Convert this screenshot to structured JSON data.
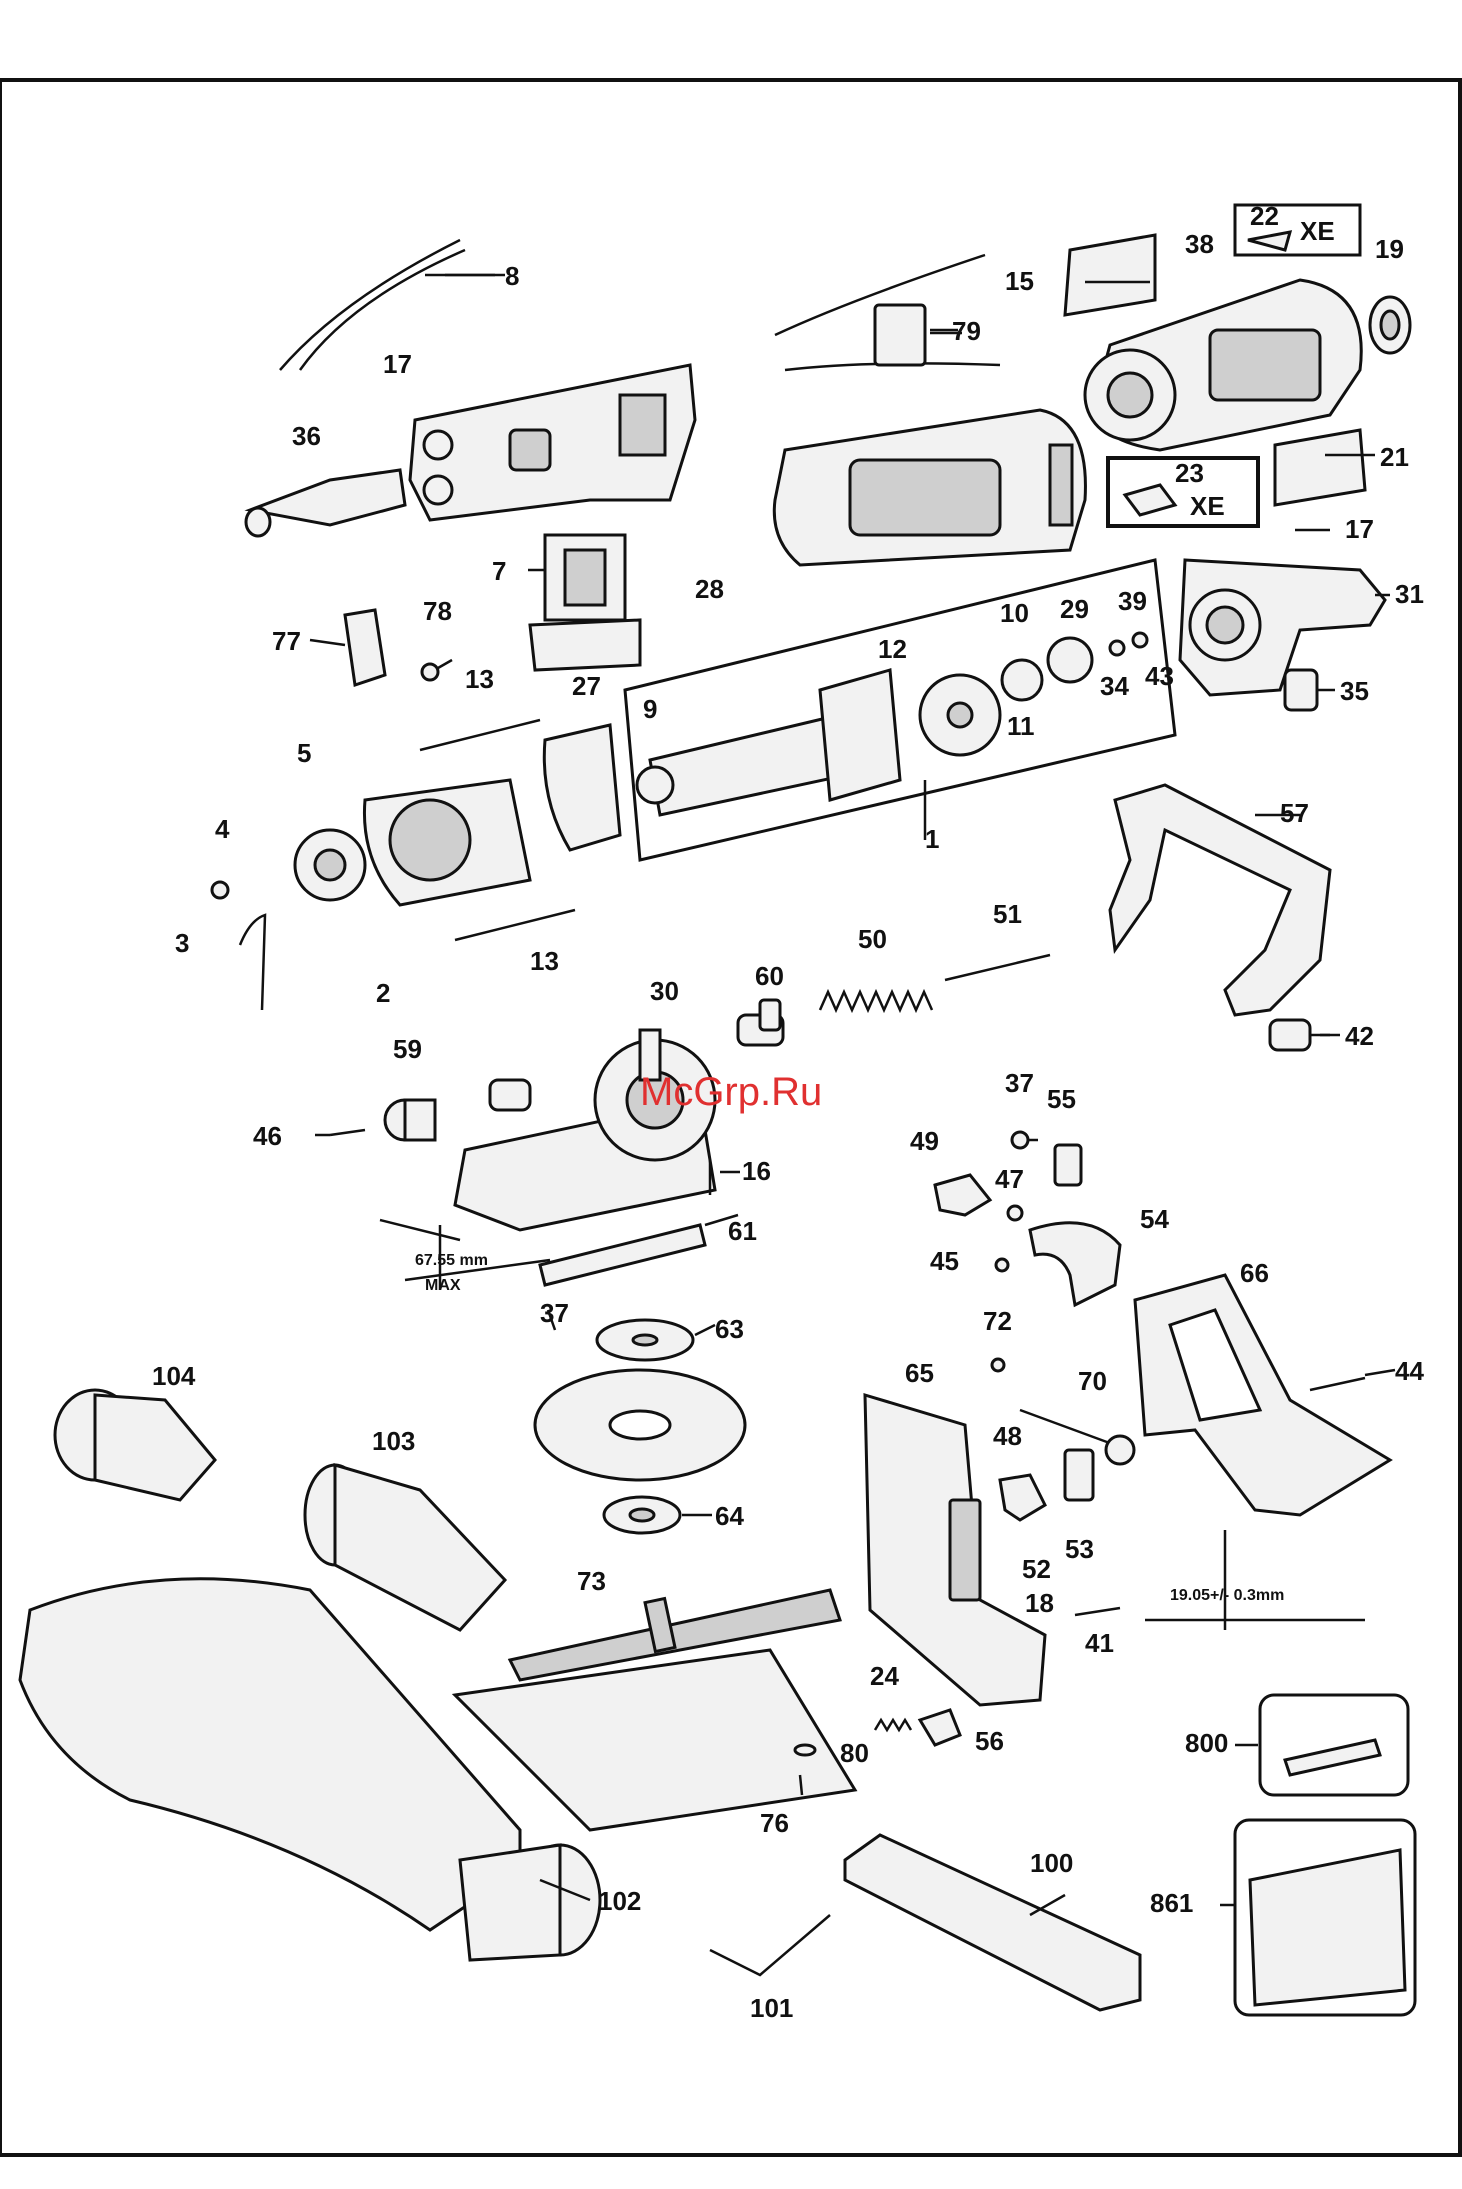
{
  "watermark": "McGrp.Ru",
  "dimensions": {
    "depth_line1": "67.55 mm",
    "depth_line2": "MAX",
    "offset": "19.05+/- 0.3mm"
  },
  "badges": {
    "xe_small_number": "22",
    "xe_small_text": "XE",
    "xe_large_number": "23",
    "xe_large_text": "XE"
  },
  "callouts": {
    "p1": "1",
    "p2": "2",
    "p3": "3",
    "p4": "4",
    "p5": "5",
    "p7": "7",
    "p8": "8",
    "p9": "9",
    "p10": "10",
    "p11": "11",
    "p12": "12",
    "p13a": "13",
    "p13b": "13",
    "p15": "15",
    "p16": "16",
    "p17a": "17",
    "p17b": "17",
    "p18": "18",
    "p19": "19",
    "p21": "21",
    "p24": "24",
    "p27": "27",
    "p28": "28",
    "p29": "29",
    "p30": "30",
    "p31": "31",
    "p34": "34",
    "p35": "35",
    "p36": "36",
    "p37a": "37",
    "p37b": "37",
    "p38": "38",
    "p39": "39",
    "p41": "41",
    "p42": "42",
    "p43": "43",
    "p44": "44",
    "p45": "45",
    "p46": "46",
    "p47": "47",
    "p48": "48",
    "p49": "49",
    "p50": "50",
    "p51": "51",
    "p52": "52",
    "p53": "53",
    "p54": "54",
    "p55": "55",
    "p56": "56",
    "p57": "57",
    "p59": "59",
    "p60": "60",
    "p61": "61",
    "p63": "63",
    "p64": "64",
    "p65": "65",
    "p66": "66",
    "p70": "70",
    "p72": "72",
    "p73": "73",
    "p76": "76",
    "p77": "77",
    "p78": "78",
    "p79": "79",
    "p80": "80",
    "p100": "100",
    "p101": "101",
    "p102": "102",
    "p103": "103",
    "p104": "104",
    "p800": "800",
    "p861": "861"
  }
}
